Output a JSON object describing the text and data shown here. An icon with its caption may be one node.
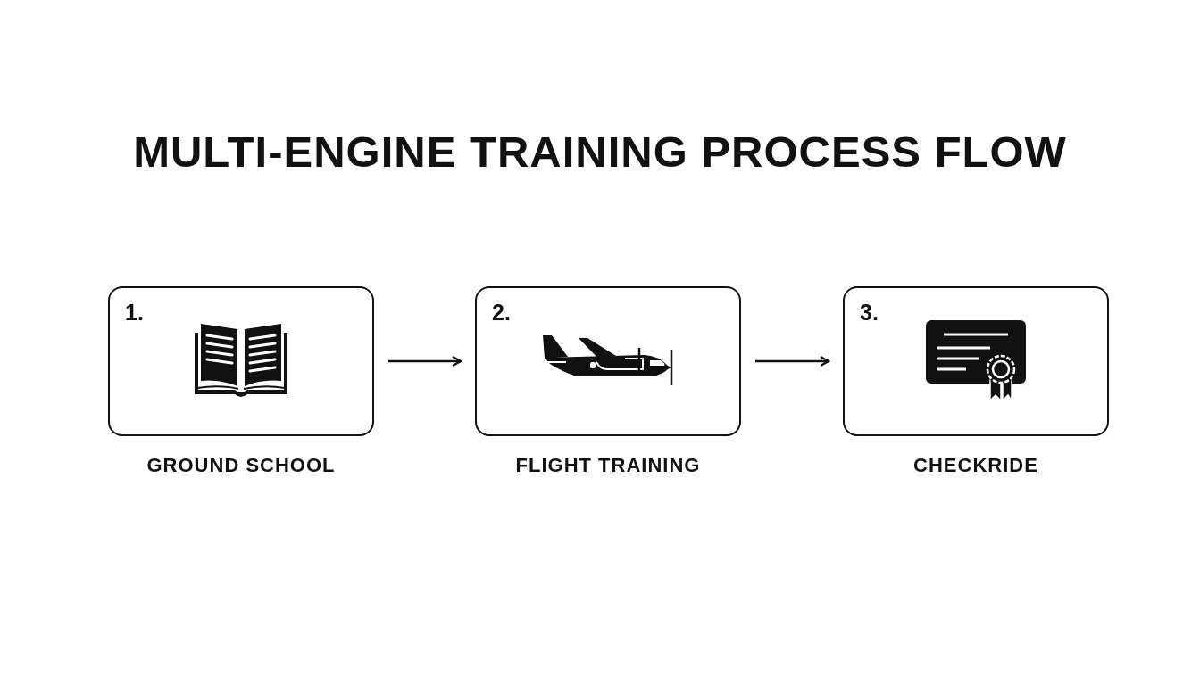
{
  "diagram": {
    "title": "MULTI-ENGINE TRAINING PROCESS FLOW",
    "nodes": [
      {
        "text": [
          "1."
        ],
        "beside": [
          "GROUND SCHOOL"
        ]
      },
      {
        "text": [
          "2."
        ],
        "beside": [
          "FLIGHT TRAINING"
        ]
      },
      {
        "text": [
          "3."
        ],
        "beside": [
          "CHECKRIDE"
        ]
      }
    ],
    "edges": [
      {
        "from": 0,
        "to": 1,
        "arrow": "to"
      },
      {
        "from": 1,
        "to": 2,
        "arrow": "to"
      }
    ]
  }
}
